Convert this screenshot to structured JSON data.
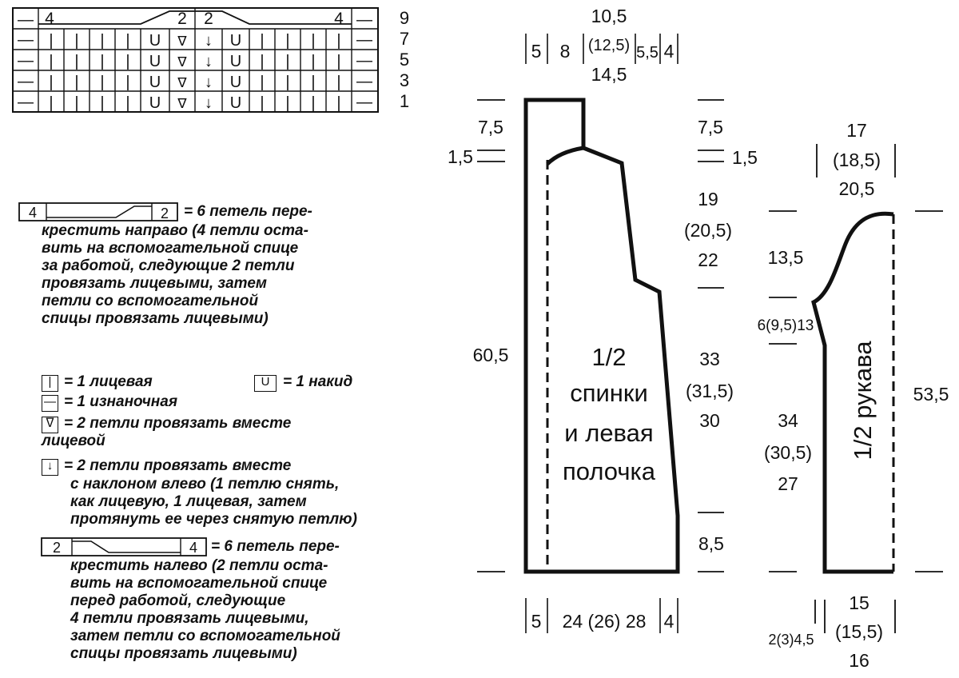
{
  "chart": {
    "row_numbers": [
      "9",
      "7",
      "5",
      "3",
      "1"
    ],
    "symbols": {
      "knit": "|",
      "purl": "—",
      "yarn_over": "U",
      "k2tog": "ᐁ",
      "ssk": "↓",
      "num_4": "4",
      "num_2": "2"
    }
  },
  "legend": {
    "cable_right": {
      "label_left": "4",
      "label_right": "2",
      "lines": [
        "= 6 петель пере-",
        "крестить направо (4 петли оста-",
        "вить на вспомогательной спице",
        "за работой, следующие 2 петли",
        "провязать лицевыми, затем",
        "петли со вспомогательной",
        "спицы провязать лицевыми)"
      ]
    },
    "knit": {
      "symbol": "|",
      "text": "= 1 лицевая"
    },
    "yarn_over": {
      "symbol": "U",
      "text": "= 1 накид"
    },
    "purl": {
      "symbol": "—",
      "text": "= 1 изнаночная"
    },
    "k2tog": {
      "symbol": "ᐁ",
      "lines": [
        "= 2 петли провязать вместе",
        "лицевой"
      ]
    },
    "ssk": {
      "symbol": "↓",
      "lines": [
        "= 2 петли провязать вместе",
        "с наклоном влево (1 петлю снять,",
        "как лицевую, 1 лицевая, затем",
        "протянуть ее через снятую петлю)"
      ]
    },
    "cable_left": {
      "label_left": "2",
      "label_right": "4",
      "lines": [
        "= 6 петель пере-",
        "крестить налево (2 петли оста-",
        "вить на вспомогательной спице",
        "перед работой, следующие",
        "4 петли провязать лицевыми,",
        "затем петли со вспомогательной",
        "спицы провязать лицевыми)"
      ]
    }
  },
  "back": {
    "title_lines": [
      "1/2",
      "спинки",
      "и левая",
      "полочка"
    ],
    "top": {
      "s1": "5",
      "s2": "8",
      "mid": "10,5",
      "mid2": "(12,5)",
      "mid3": "14,5",
      "s3": "5,5",
      "s4": "4"
    },
    "left": {
      "m1": "7,5",
      "m2": "1,5",
      "m3": "60,5"
    },
    "right": {
      "m1": "7,5",
      "m2": "1,5",
      "armhole": [
        "19",
        "(20,5)",
        "22"
      ],
      "side": [
        "33",
        "(31,5)",
        "30"
      ],
      "bottom": "8,5"
    },
    "bottom": {
      "s1": "5",
      "mid": "24 (26) 28",
      "s2": "4"
    }
  },
  "sleeve": {
    "title": "1/2 рукава",
    "top": [
      "17",
      "(18,5)",
      "20,5"
    ],
    "cap_height": "13,5",
    "cuff_height": "6(9,5)13",
    "length_lines": [
      "34",
      "(30,5)",
      "27"
    ],
    "total_height": "53,5",
    "bottom_left": "2(3)4,5",
    "bottom": [
      "15",
      "(15,5)",
      "16"
    ]
  }
}
